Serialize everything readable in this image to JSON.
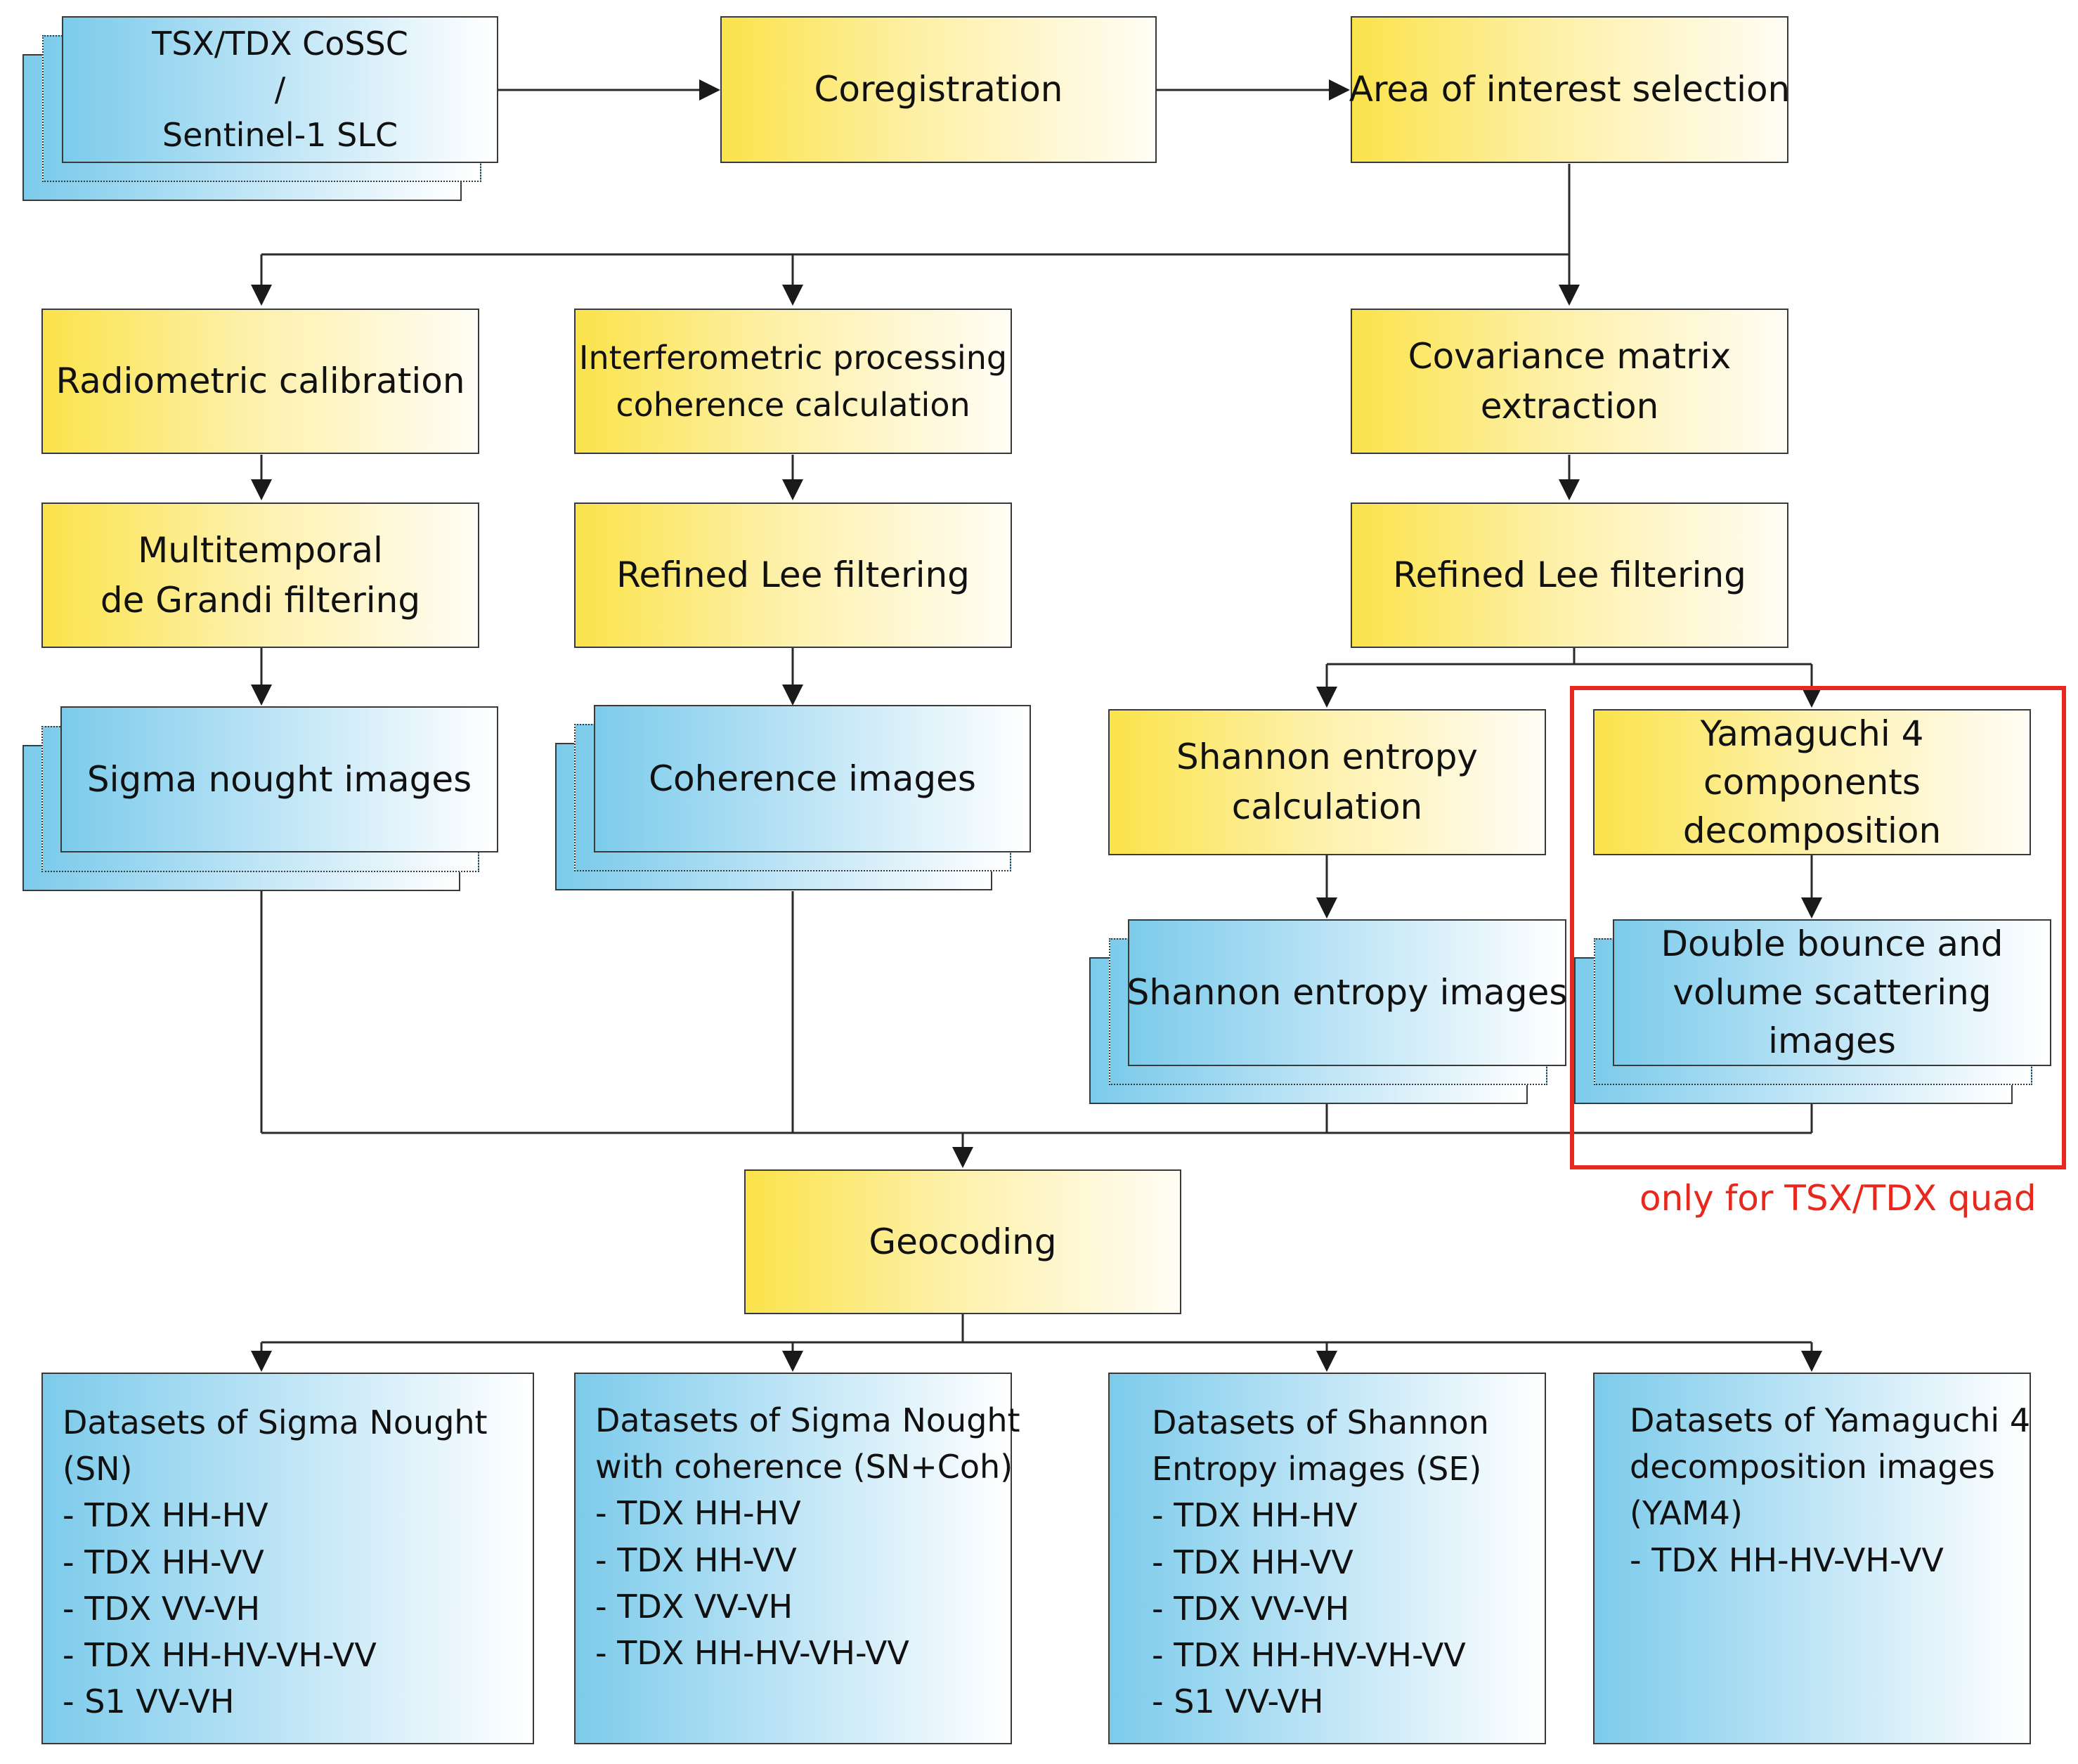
{
  "input": {
    "line1": "TSX/TDX CoSSC",
    "line2": "/",
    "line3": "Sentinel-1 SLC"
  },
  "coregistration": "Coregistration",
  "aoi": "Area of interest selection",
  "radiometric": "Radiometric calibration",
  "interferometric": {
    "line1": "Interferometric processing",
    "line2": "coherence calculation"
  },
  "covariance": {
    "line1": "Covariance matrix",
    "line2": "extraction"
  },
  "multitemporal": {
    "line1": "Multitemporal",
    "line2": "de Grandi filtering"
  },
  "refined_lee_1": "Refined Lee filtering",
  "refined_lee_2": "Refined Lee filtering",
  "sigma_images": "Sigma nought images",
  "coherence_images": "Coherence images",
  "shannon_calc": {
    "line1": "Shannon entropy",
    "line2": "calculation"
  },
  "yamaguchi": {
    "line1": "Yamaguchi 4",
    "line2": "components",
    "line3": "decomposition"
  },
  "shannon_images": "Shannon entropy images",
  "double_bounce": {
    "line1": "Double bounce and",
    "line2": "volume scattering",
    "line3": "images"
  },
  "note": "only for TSX/TDX quad",
  "geocoding": "Geocoding",
  "datasets": {
    "sn": [
      "Datasets of Sigma Nought",
      "(SN)",
      "- TDX HH-HV",
      "- TDX HH-VV",
      "- TDX VV-VH",
      "- TDX HH-HV-VH-VV",
      "- S1 VV-VH"
    ],
    "sn_coh": [
      "Datasets of Sigma Nought",
      "with coherence (SN+Coh)",
      "- TDX HH-HV",
      "- TDX HH-VV",
      "- TDX VV-VH",
      "- TDX HH-HV-VH-VV"
    ],
    "se": [
      "Datasets of Shannon",
      "Entropy images (SE)",
      "- TDX HH-HV",
      "- TDX HH-VV",
      "- TDX VV-VH",
      "- TDX HH-HV-VH-VV",
      "- S1 VV-VH"
    ],
    "yam4": [
      "Datasets of Yamaguchi 4",
      "decomposition images",
      " (YAM4)",
      "- TDX HH-HV-VH-VV"
    ]
  },
  "colors": {
    "process_fill": "#fbe34a",
    "product_fill": "#7ccbeb",
    "highlight": "#e8281c",
    "line": "#3a3a3a"
  }
}
